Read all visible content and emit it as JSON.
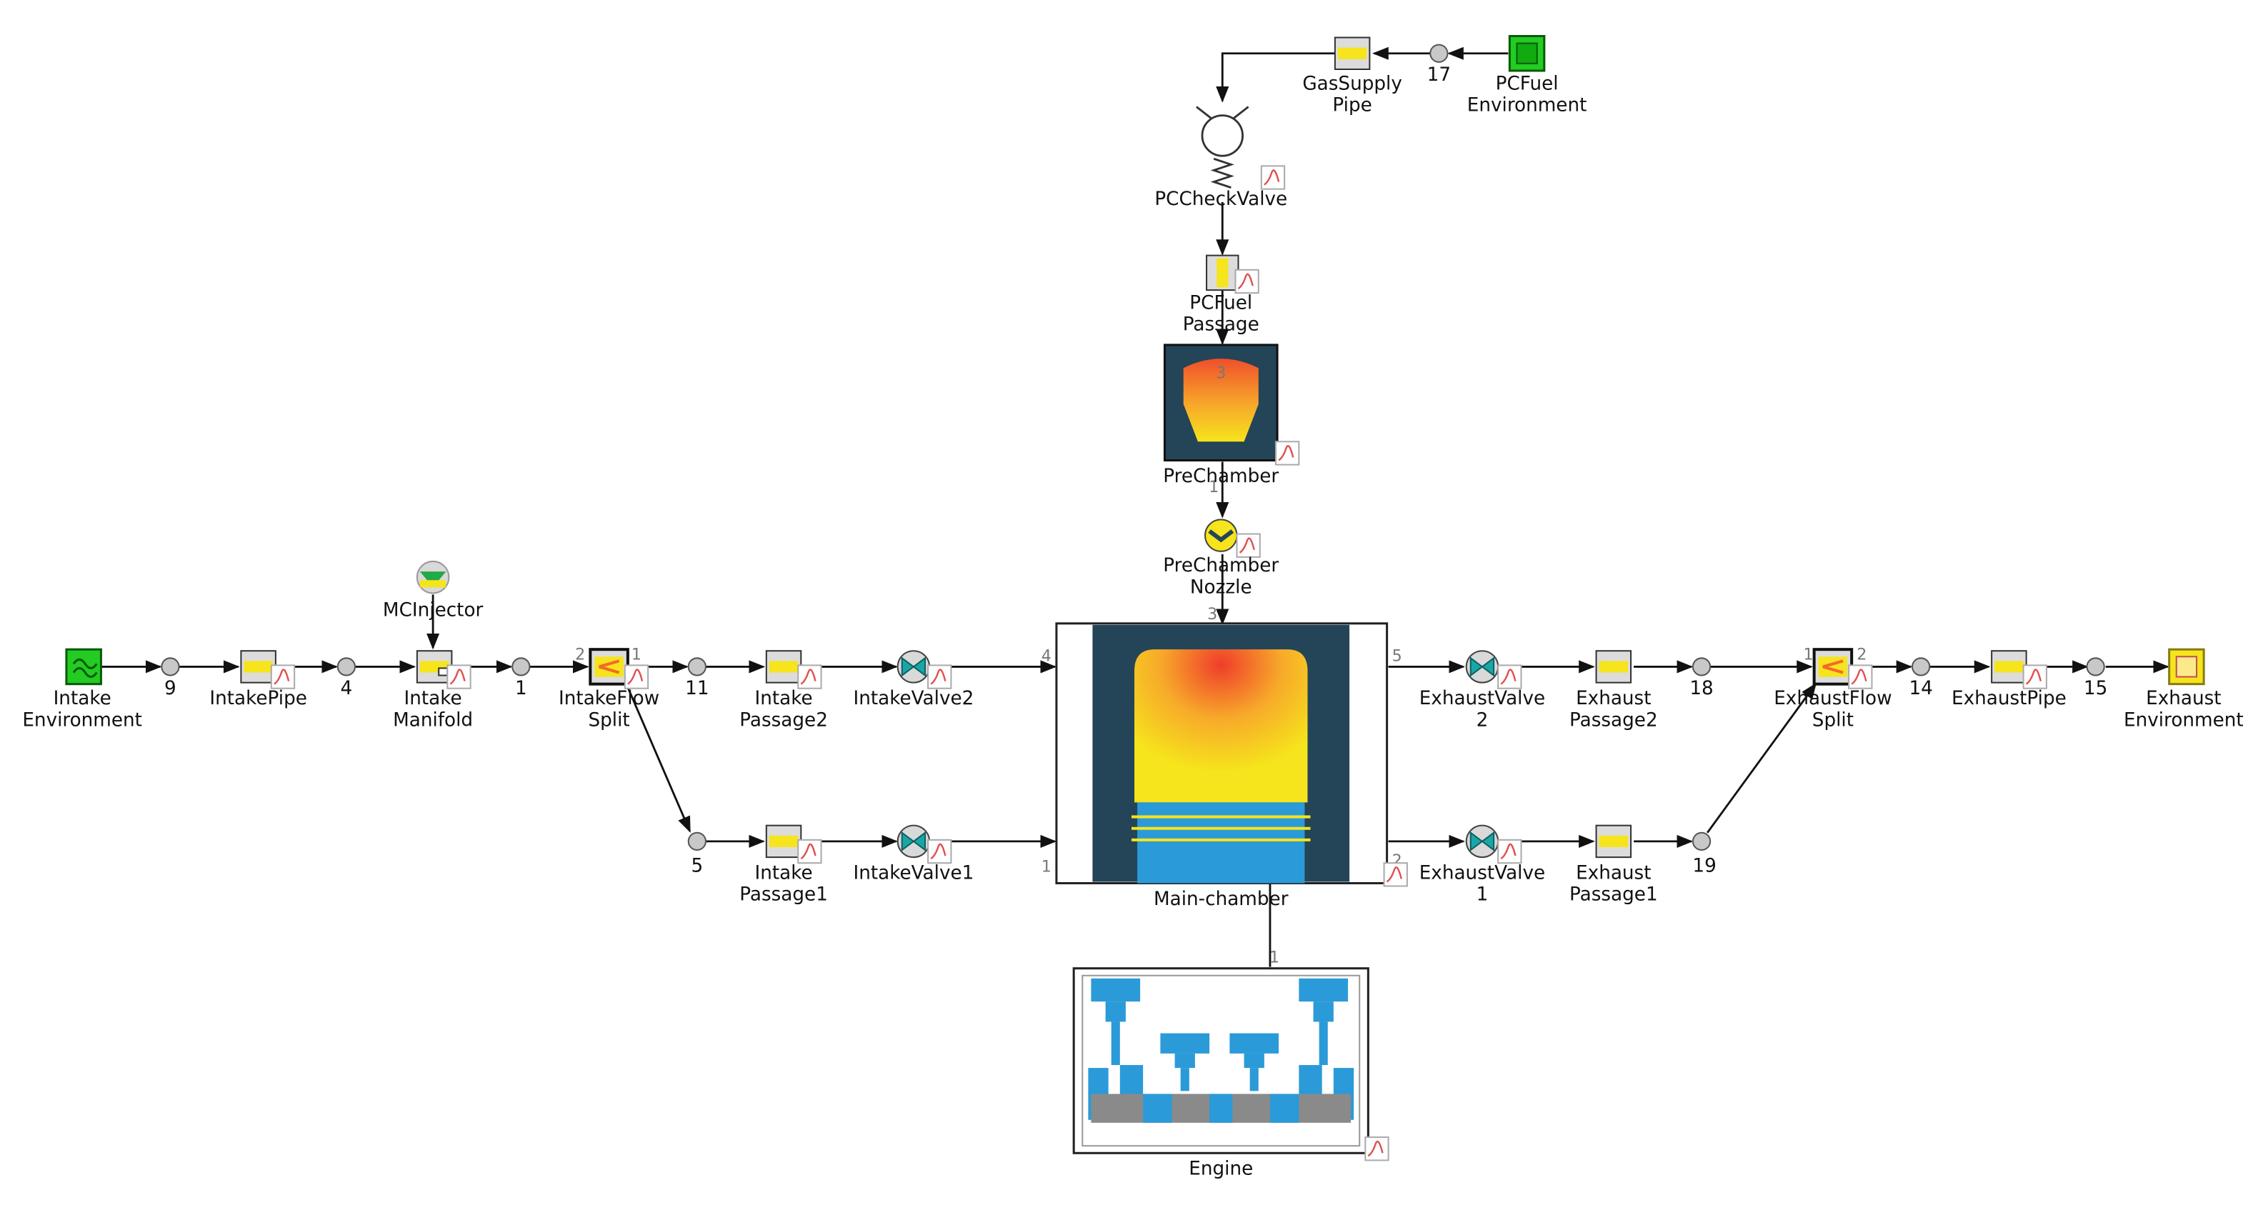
{
  "colors": {
    "chamber_dark": "#244458",
    "fuel_yellow": "#f6e41c",
    "flame_orange": "#f36a2a",
    "piston_blue": "#2b9ad8",
    "green_env": "#22cc22",
    "valve_teal": "#1aa6a6",
    "plot_red": "#e05050"
  },
  "nodes": {
    "intake_env": [
      "Intake",
      "Environment"
    ],
    "intake_pipe": [
      "IntakePipe"
    ],
    "intake_manifold": [
      "Intake",
      "Manifold"
    ],
    "mc_injector": [
      "MCInjector"
    ],
    "intake_flow_split": [
      "IntakeFlow",
      "Split"
    ],
    "intake_passage2": [
      "Intake",
      "Passage2"
    ],
    "intake_valve2": [
      "IntakeValve2"
    ],
    "intake_passage1": [
      "Intake",
      "Passage1"
    ],
    "intake_valve1": [
      "IntakeValve1"
    ],
    "main_chamber": [
      "Main-chamber"
    ],
    "engine": [
      "Engine"
    ],
    "prechamber": [
      "PreChamber"
    ],
    "prechamber_nozzle": [
      "PreChamber",
      "Nozzle"
    ],
    "pcfuel_passage": [
      "PCFuel",
      "Passage"
    ],
    "pc_check_valve": [
      "PCCheckValve"
    ],
    "gas_supply_pipe": [
      "GasSupply",
      "Pipe"
    ],
    "pcfuel_env": [
      "PCFuel",
      "Environment"
    ],
    "exhaust_valve2": [
      "ExhaustValve",
      "2"
    ],
    "exhaust_passage2": [
      "Exhaust",
      "Passage2"
    ],
    "exhaust_valve1": [
      "ExhaustValve",
      "1"
    ],
    "exhaust_passage1": [
      "Exhaust",
      "Passage1"
    ],
    "exhaust_flow_split": [
      "ExhaustFlow",
      "Split"
    ],
    "exhaust_pipe": [
      "ExhaustPipe"
    ],
    "exhaust_env": [
      "Exhaust",
      "Environment"
    ]
  },
  "junctions": {
    "j9": "9",
    "j4": "4",
    "j1": "1",
    "j11": "11",
    "j5": "5",
    "j18": "18",
    "j19": "19",
    "j14": "14",
    "j15": "15",
    "j17": "17"
  },
  "ports": {
    "split_in": "2",
    "split_out": "1",
    "mc_4": "4",
    "mc_1": "1",
    "mc_3": "3",
    "mc_5": "5",
    "mc_2": "2",
    "mc_engine": "1",
    "pc_top": "3",
    "pc_bottom": "1",
    "esplit_1": "1",
    "esplit_2": "2"
  }
}
